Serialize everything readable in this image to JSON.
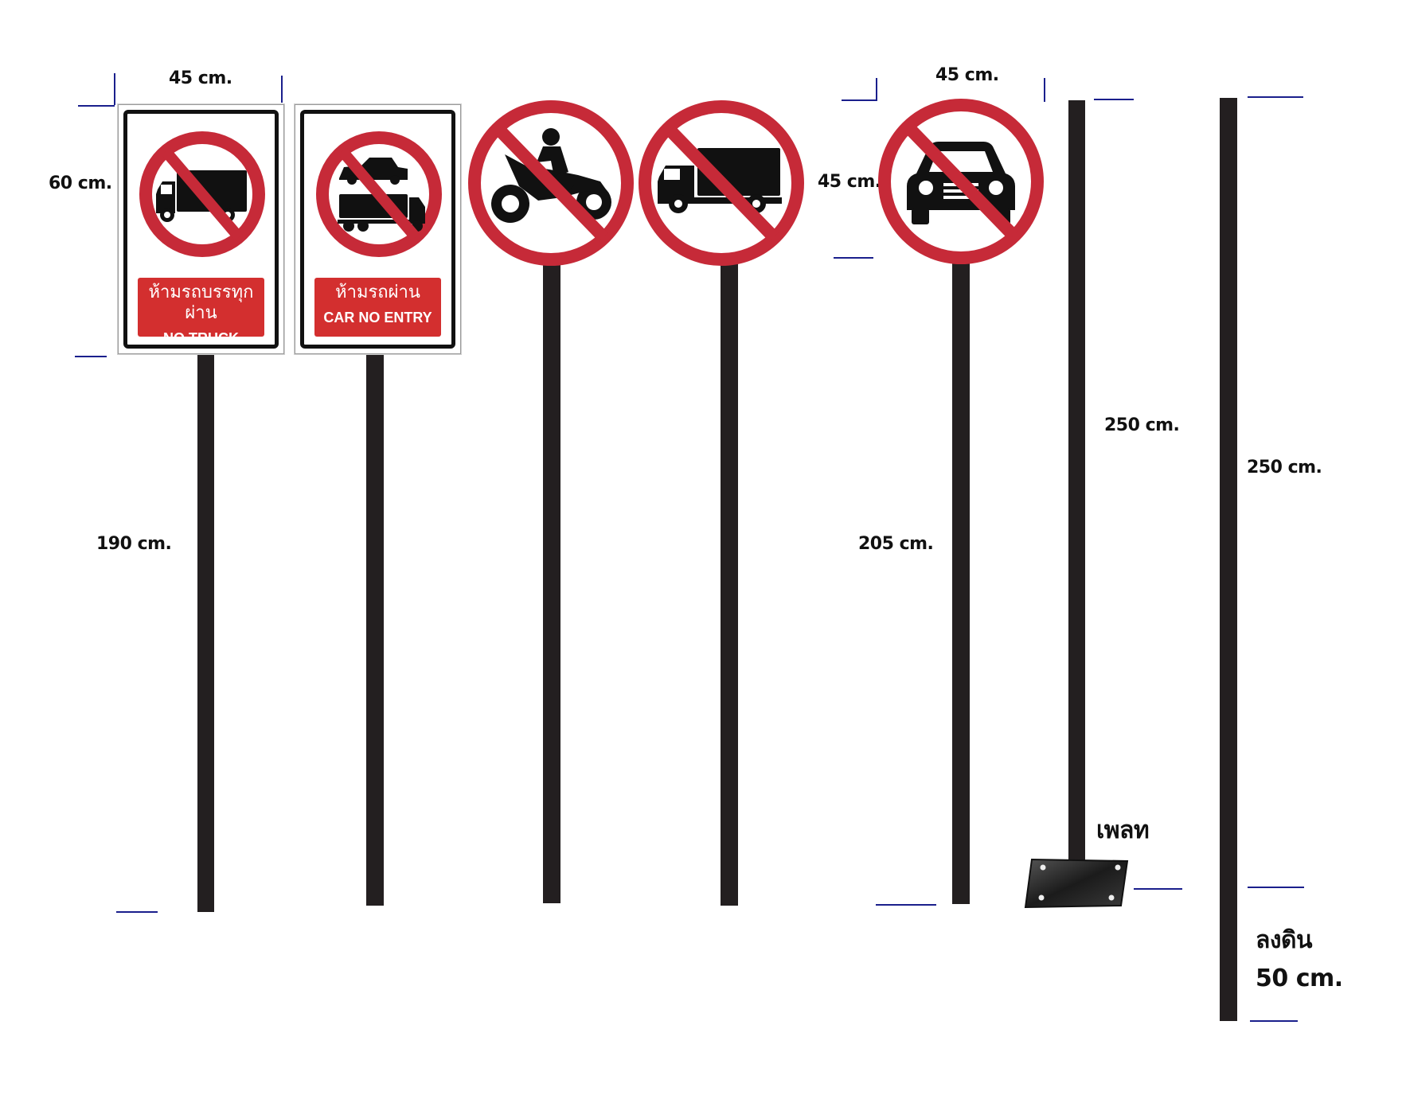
{
  "signs": [
    {
      "thai": "ห้ามรถบรรทุกผ่าน",
      "english": "NO TRUCK"
    },
    {
      "thai": "ห้ามรถผ่าน",
      "english": "CAR NO ENTRY"
    }
  ],
  "dimensions": {
    "rect_width": "45 cm.",
    "rect_height": "60 cm.",
    "rect_pole": "190 cm.",
    "round_width": "45 cm.",
    "round_height": "45 cm.",
    "round_pole": "205 cm.",
    "plate_pole": "250 cm.",
    "ground_pole": "250 cm.",
    "plate_label": "เพลท",
    "ground_label": "ลงดิน",
    "ground_depth": "50 cm."
  },
  "colors": {
    "red": "#c62a38",
    "panel_red": "#d32f2f",
    "pole": "#231f20",
    "tick": "#1a1f8c"
  }
}
